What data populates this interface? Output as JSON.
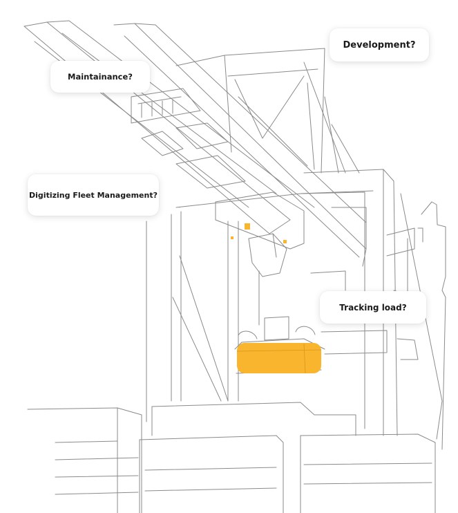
{
  "bubbles": {
    "development": "Development?",
    "maintainance": "Maintainance?",
    "fleet": "Digitizing Fleet Management?",
    "tracking": "Tracking load?"
  },
  "colors": {
    "accent": "#F9B52E",
    "line": "#8a8a8a",
    "background": "#ffffff"
  }
}
